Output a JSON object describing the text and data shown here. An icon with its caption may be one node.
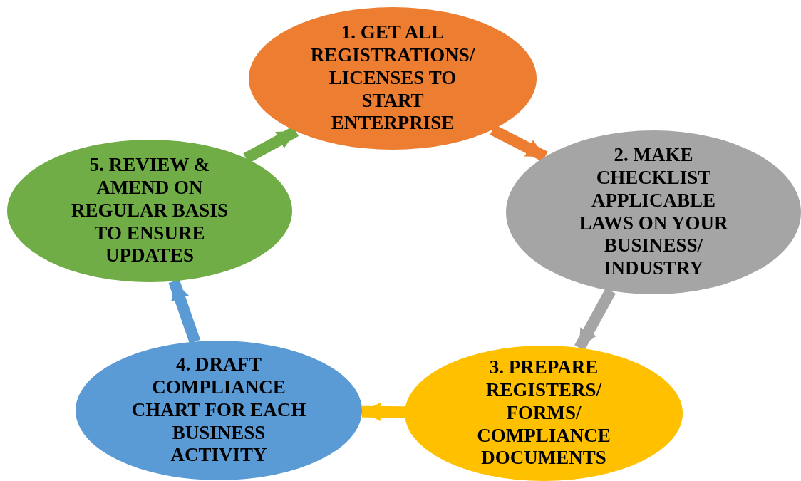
{
  "diagram": {
    "nodes": [
      {
        "text": [
          "1. GET ALL REGISTRATIONS/ LICENSES TO START ENTERPRISE"
        ]
      },
      {
        "text": [
          "2. MAKE CHECKLIST APPLICABLE LAWS ON YOUR BUSINESS/ INDUSTRY"
        ]
      },
      {
        "text": [
          "3. PREPARE REGISTERS/ FORMS/ COMPLIANCE DOCUMENTS"
        ]
      },
      {
        "text": [
          "4. DRAFT COMPLIANCE CHART FOR EACH BUSINESS ACTIVITY"
        ]
      },
      {
        "text": [
          "5. REVIEW & AMEND ON REGULAR BASIS TO ENSURE UPDATES"
        ]
      }
    ],
    "edges": [
      {
        "from": 0,
        "to": 1,
        "arrow": "to",
        "color": "#ed7d31"
      },
      {
        "from": 1,
        "to": 2,
        "arrow": "to",
        "color": "#a5a5a5"
      },
      {
        "from": 2,
        "to": 3,
        "arrow": "to",
        "color": "#ffc000"
      },
      {
        "from": 3,
        "to": 4,
        "arrow": "to",
        "color": "#5b9bd5"
      },
      {
        "from": 4,
        "to": 0,
        "arrow": "to",
        "color": "#70ad47"
      }
    ]
  }
}
